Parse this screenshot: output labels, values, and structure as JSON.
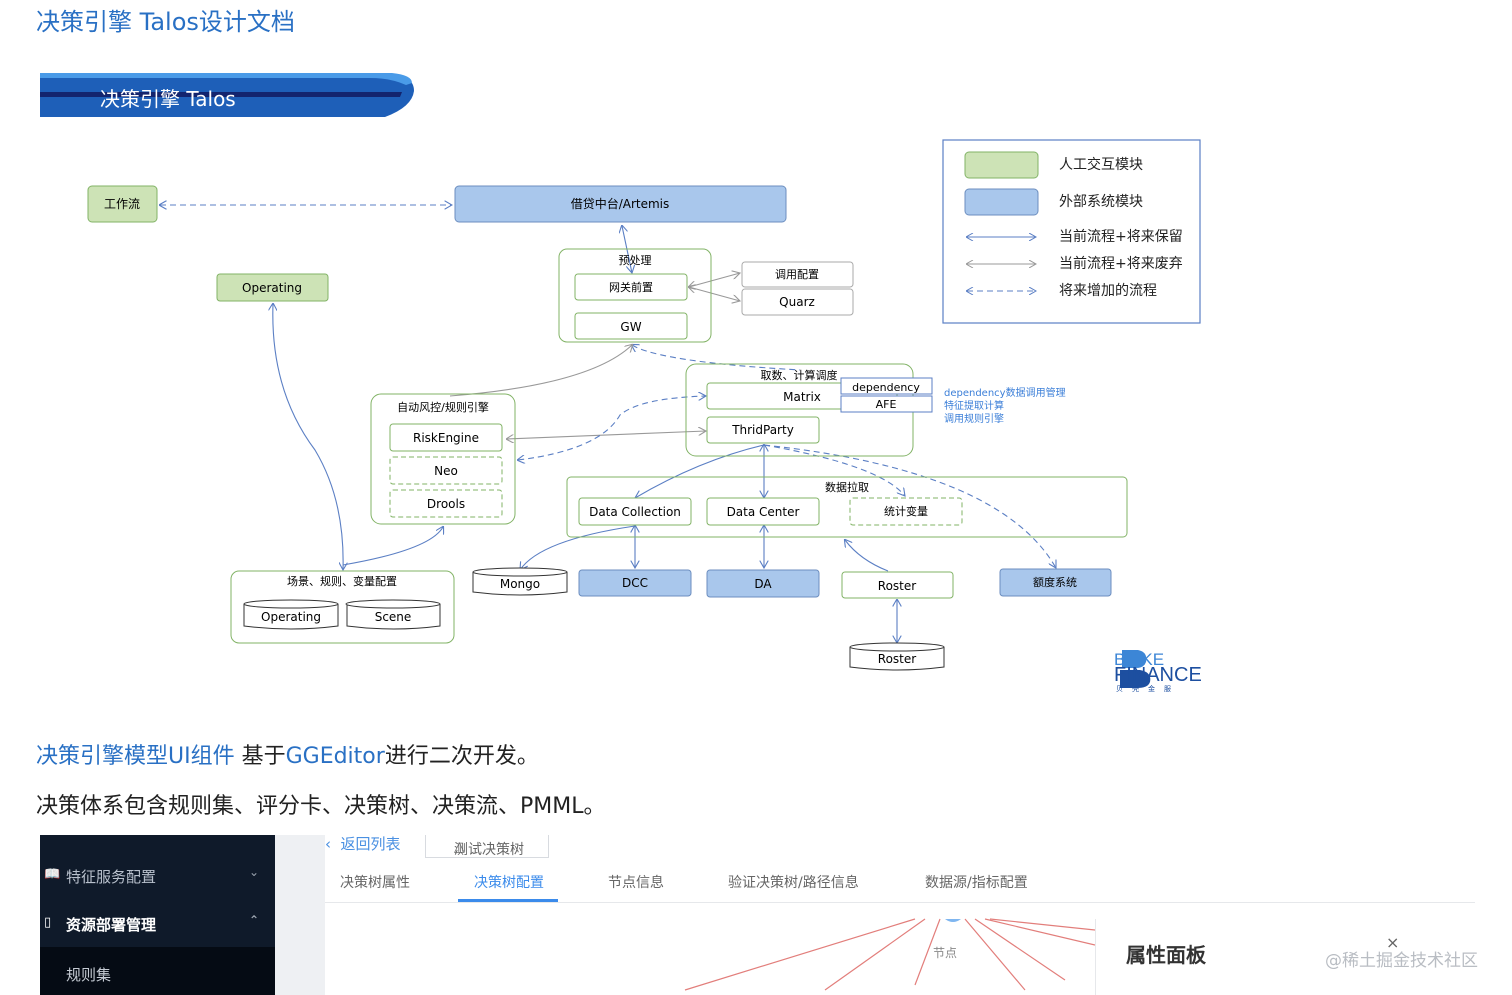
{
  "title": "决策引擎 Talos设计文档",
  "banner": "决策引擎 Talos",
  "diagram": {
    "workflow": "工作流",
    "artemis": "借贷中台/Artemis",
    "operating": "Operating",
    "preprocess": "预处理",
    "gateway_front": "网关前置",
    "gw": "GW",
    "call_config": "调用配置",
    "quarz": "Quarz",
    "fetch_schedule": "取数、计算调度",
    "matrix": "Matrix",
    "dependency": "dependency",
    "afe": "AFE",
    "thirdparty": "ThridParty",
    "auto_risk": "自动风控/规则引擎",
    "riskengine": "RiskEngine",
    "neo": "Neo",
    "drools": "Drools",
    "data_pull": "数据拉取",
    "data_collection": "Data Collection",
    "data_center": "Data Center",
    "stat_var": "统计变量",
    "scene_config": "场景、规则、变量配置",
    "operating_db": "Operating",
    "scene_db": "Scene",
    "mongo": "Mongo",
    "dcc": "DCC",
    "da": "DA",
    "roster": "Roster",
    "roster_db": "Roster",
    "quota": "额度系统",
    "annotation": [
      "dependency数据调用管理",
      "特征提取计算",
      "调用规则引擎"
    ],
    "legend": {
      "human": "人工交互模块",
      "external": "外部系统模块",
      "keep": "当前流程+将来保留",
      "drop": "当前流程+将来废弃",
      "add": "将来增加的流程"
    },
    "colors": {
      "green_fill": "#cde3b6",
      "green_stroke": "#82b366",
      "blue_fill": "#a9c7ec",
      "blue_stroke": "#6c8ebf",
      "arrow": "#5b7fc4"
    }
  },
  "logo": {
    "brand1": "BEIKE",
    "brand2": "FINANCE",
    "sub": "贝壳金服"
  },
  "para1": {
    "link1": "决策引擎模型UI组件",
    "mid": " 基于",
    "link2": "GGEditor",
    "tail": "进行二次开发。"
  },
  "para2": "决策体系包含规则集、评分卡、决策树、决策流、PMML。",
  "screenshot": {
    "sidebar": [
      {
        "icon": "book-icon",
        "label": "特征服务配置",
        "chevron": "⌄"
      },
      {
        "icon": "doc-icon",
        "label": "资源部署管理",
        "chevron": "⌃"
      }
    ],
    "sub_item": "规则集",
    "back": "返回列表",
    "tree_tab": "测试决策树",
    "tabs": [
      "决策树属性",
      "决策树配置",
      "节点信息",
      "验证决策树/路径信息",
      "数据源/指标配置"
    ],
    "active_tab": 1,
    "node_label": "节点",
    "panel_title": "属性面板",
    "close": "×"
  },
  "watermark": "@稀土掘金技术社区"
}
